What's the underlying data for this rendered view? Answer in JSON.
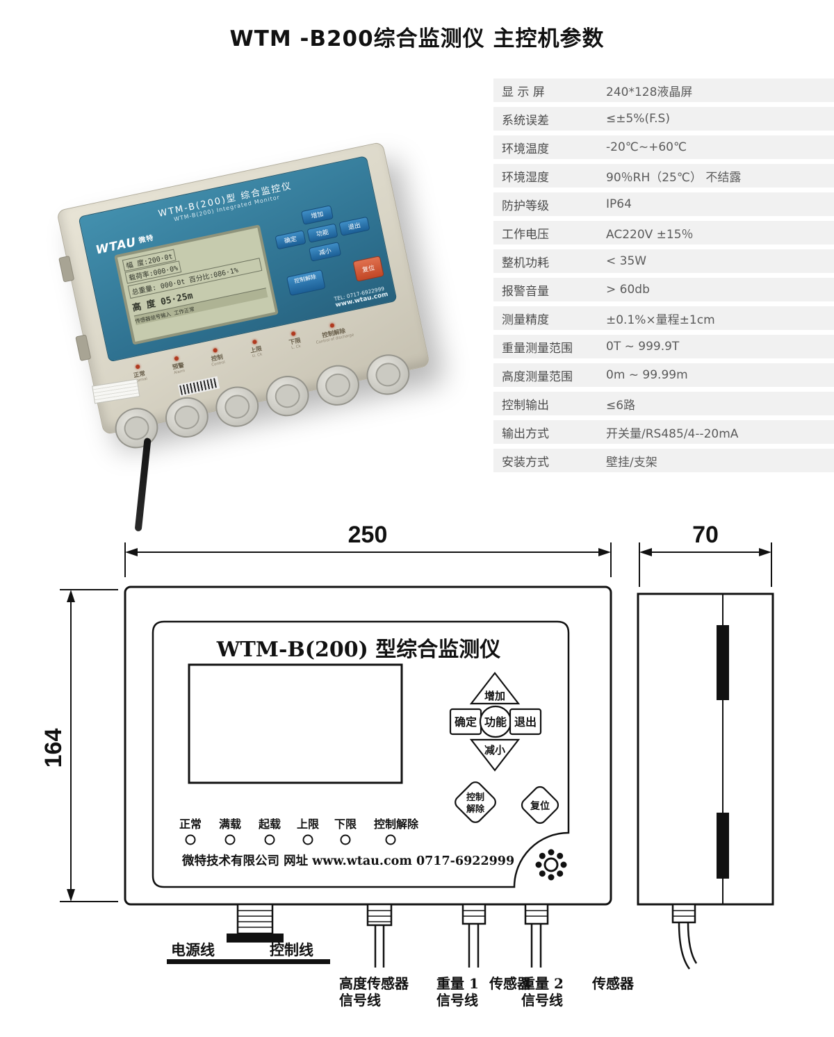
{
  "page": {
    "title": "WTM -B200综合监测仪  主控机参数"
  },
  "specs": {
    "rows": [
      {
        "label": "显 示 屏",
        "value": "240*128液晶屏"
      },
      {
        "label": "系统误差",
        "value": "≤±5%(F.S)"
      },
      {
        "label": "环境温度",
        "value": "-20℃~+60℃"
      },
      {
        "label": "环境湿度",
        "value": "90％RH（25℃） 不结露"
      },
      {
        "label": "防护等级",
        "value": "IP64"
      },
      {
        "label": "工作电压",
        "value": "AC220V ±15％"
      },
      {
        "label": "整机功耗",
        "value": "< 35W"
      },
      {
        "label": "报警音量",
        "value": "> 60db"
      },
      {
        "label": "测量精度",
        "value": "±0.1%×量程±1cm"
      },
      {
        "label": "重量测量范围",
        "value": "0T ~ 999.9T"
      },
      {
        "label": "高度测量范围",
        "value": "0m ~ 99.99m"
      },
      {
        "label": "控制输出",
        "value": "≤6路"
      },
      {
        "label": "输出方式",
        "value": "开关量/RS485/4--20mA"
      },
      {
        "label": "安装方式",
        "value": "壁挂/支架"
      }
    ]
  },
  "photo": {
    "brand": "WTAU",
    "brand_cn": "微特",
    "model_cn": "WTM-B(200)型  综合监控仪",
    "model_en": "WTM-B(200) Integrated Monitor",
    "lcd": {
      "line1": "幅 度:200·0t",
      "line2": "载荷率:000·0%",
      "line3": "总重量: 000·0t",
      "line4": "百分比:086·1%",
      "line5": "高 度 05·25m",
      "line6": "传感器信号输入 工作正常"
    },
    "keys": {
      "up": "增加",
      "ok": "确定",
      "fn": "功能",
      "esc": "退出",
      "down": "减小",
      "ctrl": "控制解除",
      "reset": "复位"
    },
    "tel": "TEL: 0717-6922999",
    "web": "www.wtau.com",
    "indicators": [
      {
        "cn": "正常",
        "en": "Normal"
      },
      {
        "cn": "预警",
        "en": "Alarm"
      },
      {
        "cn": "控制",
        "en": "Control"
      },
      {
        "cn": "上限",
        "en": "U. Ck"
      },
      {
        "cn": "下限",
        "en": "L. Ck"
      },
      {
        "cn": "控制解除",
        "en": "Control of discharge"
      }
    ]
  },
  "drawing": {
    "dims": {
      "width": "250",
      "height": "164",
      "depth": "70"
    },
    "panel_title": "WTM-B(200) 型综合监测仪",
    "keys": {
      "up": "增加",
      "ok": "确定",
      "fn": "功能",
      "esc": "退出",
      "down": "减小",
      "ctrl_line1": "控制",
      "ctrl_line2": "解除",
      "reset": "复位"
    },
    "indicators": [
      "正常",
      "满载",
      "起载",
      "上限",
      "下限",
      "控制解除"
    ],
    "company": "微特技术有限公司  网址 www.wtau.com 0717-6922999",
    "cables": {
      "power": "电源线",
      "control": "控制线",
      "height1": "高度传感器",
      "height2": "信号线",
      "w1a": "重量 1",
      "w1b": "信号线",
      "w1c": "传感器",
      "w2a": "重量 2",
      "w2b": "信号线",
      "w2c": "传感器"
    }
  }
}
